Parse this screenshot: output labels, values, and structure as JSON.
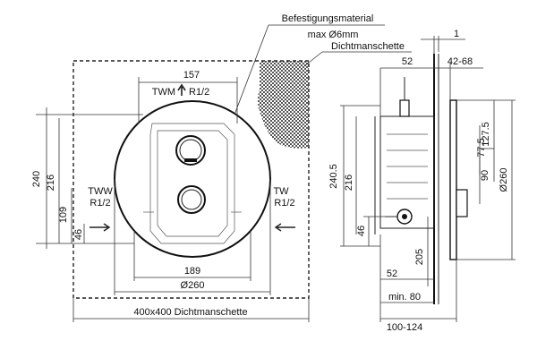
{
  "front_view": {
    "callout_fastening_1": "Befestigungsmaterial",
    "callout_fastening_2": "max Ø6mm",
    "callout_sleeve": "Dichtmanschette",
    "dim_width_top": "157",
    "label_twm": "TWM",
    "label_twm_thread": "R1/2",
    "label_tww": "TWW",
    "label_tww_thread": "R1/2",
    "label_tw": "TW",
    "label_tw_thread": "R1/2",
    "dim_height_outer": "240",
    "dim_height_inner": "216",
    "dim_height_inlet": "109",
    "dim_height_low": "46",
    "dim_width_box": "189",
    "dim_diameter": "Ø260",
    "dim_sleeve_size": "400x400  Dichtmanschette"
  },
  "side_view": {
    "dim_plate": "1",
    "dim_depth_top": "52",
    "dim_range": "42-68",
    "dim_1275": "127.5",
    "dim_775": "77.5",
    "dim_2405": "240.5",
    "dim_216": "216",
    "dim_90": "90",
    "dim_diameter": "Ø260",
    "dim_46": "46",
    "dim_205": "205",
    "dim_depth_bottom": "52",
    "dim_min": "min. 80",
    "dim_overall": "100-124"
  }
}
